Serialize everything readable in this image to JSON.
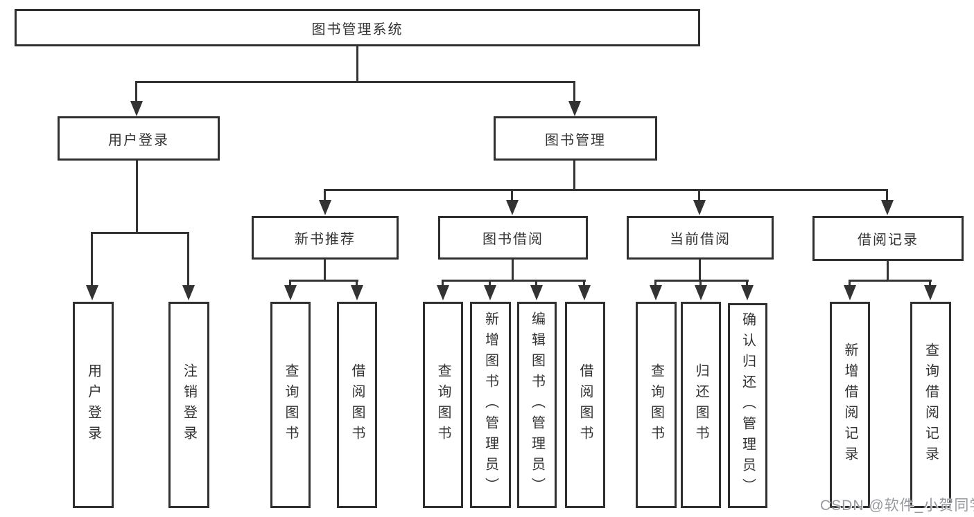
{
  "diagram": {
    "root": {
      "label": "图书管理系统"
    },
    "level2": [
      {
        "label": "用户登录"
      },
      {
        "label": "图书管理"
      }
    ],
    "level3": [
      {
        "label": "新书推荐"
      },
      {
        "label": "图书借阅"
      },
      {
        "label": "当前借阅"
      },
      {
        "label": "借阅记录"
      }
    ],
    "leaves": [
      {
        "label": "用户登录"
      },
      {
        "label": "注销登录"
      },
      {
        "label": "查询图书"
      },
      {
        "label": "借阅图书"
      },
      {
        "label": "查询图书"
      },
      {
        "label": "新增图书（管理员）"
      },
      {
        "label": "编辑图书（管理员）"
      },
      {
        "label": "借阅图书"
      },
      {
        "label": "查询图书"
      },
      {
        "label": "归还图书"
      },
      {
        "label": "确认归还（管理员）"
      },
      {
        "label": "新增借阅记录"
      },
      {
        "label": "查询借阅记录"
      }
    ],
    "colors": {
      "line": "#333333",
      "box_border": "#2f2f2f",
      "text": "#333333",
      "background": "#ffffff"
    }
  },
  "watermark": {
    "text": "CSDN @软件_小贺同学"
  }
}
